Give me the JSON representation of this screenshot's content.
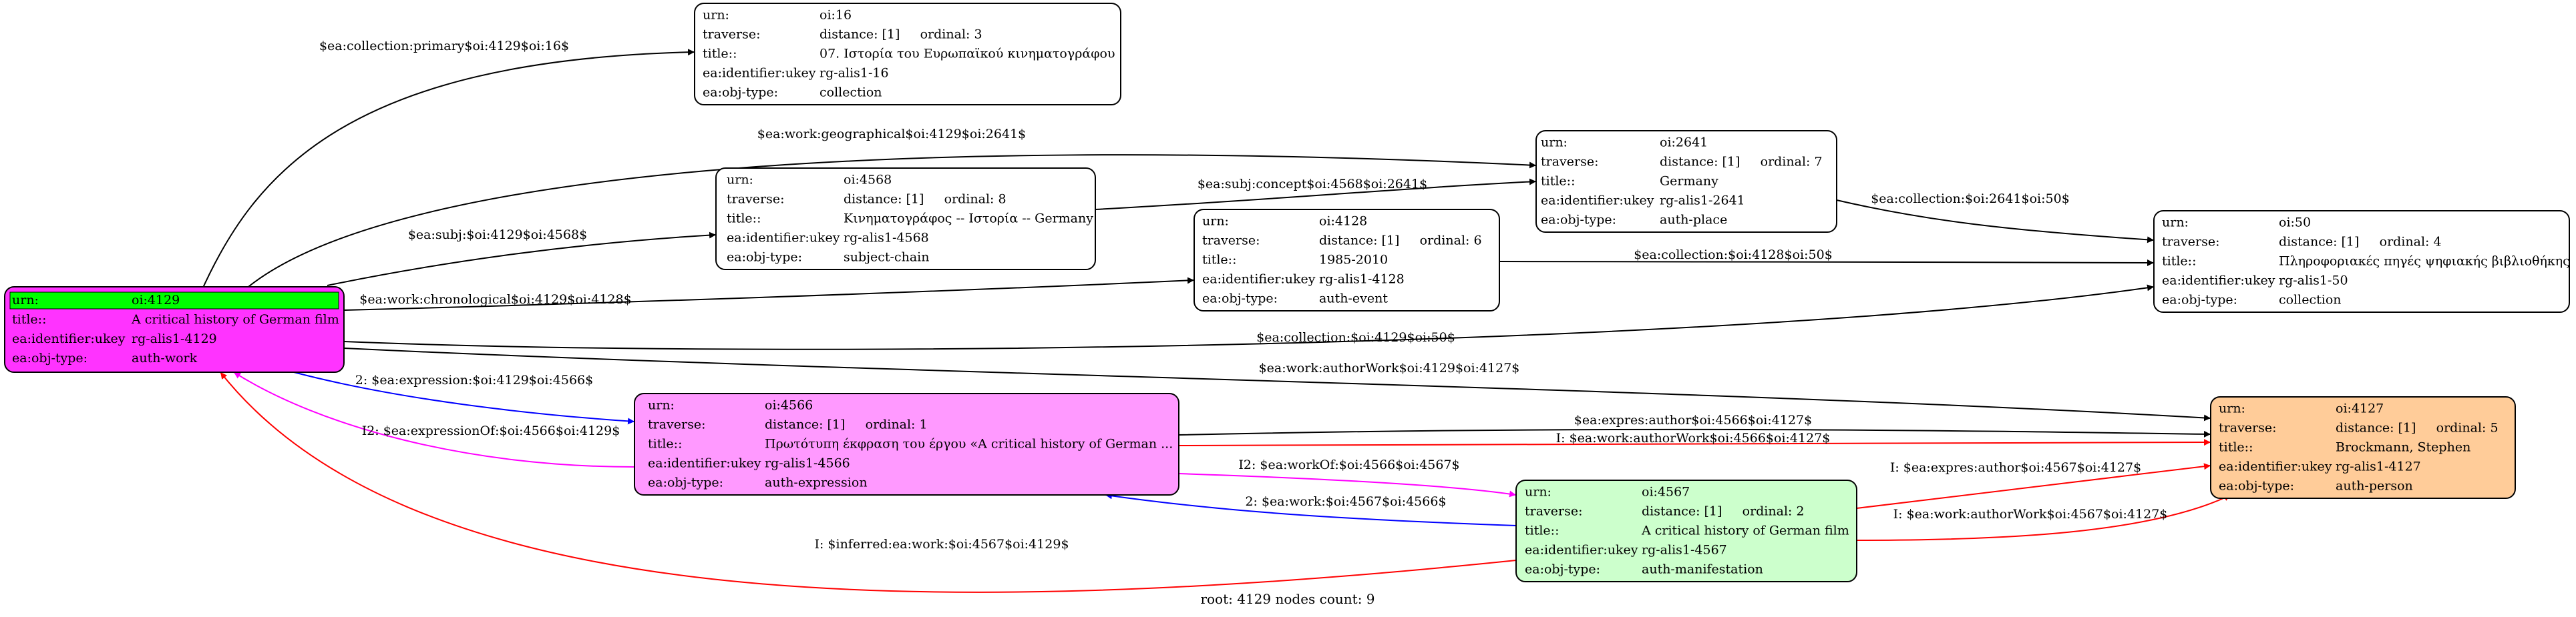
{
  "footer": "root: 4129 nodes count: 9",
  "colors": {
    "black": "#000000",
    "blue": "#0000ff",
    "magenta": "#ff00ff",
    "red": "#ff0000",
    "root_fill": "#ff33ff",
    "root_highlight": "#00ff00",
    "expression_fill": "#ff99ff",
    "manifestation_fill": "#ccffcc",
    "person_fill": "#ffcc99",
    "default_fill": "#ffffff"
  },
  "nodes": [
    {
      "id": "oi4129",
      "role": "root",
      "fill": "#ff33ff",
      "rows": [
        {
          "k": "urn:",
          "v": "oi:4129"
        },
        {
          "k": "title::",
          "v": "A critical history of German film"
        },
        {
          "k": "ea:identifier:ukey",
          "v": "rg-alis1-4129"
        },
        {
          "k": "ea:obj-type:",
          "v": "auth-work"
        }
      ]
    },
    {
      "id": "oi16",
      "fill": "#ffffff",
      "rows": [
        {
          "k": "urn:",
          "v": "oi:16"
        },
        {
          "k": "traverse:",
          "v": "distance: [1]     ordinal: 3"
        },
        {
          "k": "title::",
          "v": "07. Ιστορία του Ευρωπαϊκού κινηματογράφου"
        },
        {
          "k": "ea:identifier:ukey",
          "v": "rg-alis1-16"
        },
        {
          "k": "ea:obj-type:",
          "v": "collection"
        }
      ]
    },
    {
      "id": "oi4568",
      "fill": "#ffffff",
      "rows": [
        {
          "k": "urn:",
          "v": "oi:4568"
        },
        {
          "k": "traverse:",
          "v": "distance: [1]     ordinal: 8"
        },
        {
          "k": "title::",
          "v": "Κινηματογράφος -- Ιστορία -- Germany"
        },
        {
          "k": "ea:identifier:ukey",
          "v": "rg-alis1-4568"
        },
        {
          "k": "ea:obj-type:",
          "v": "subject-chain"
        }
      ]
    },
    {
      "id": "oi2641",
      "fill": "#ffffff",
      "rows": [
        {
          "k": "urn:",
          "v": "oi:2641"
        },
        {
          "k": "traverse:",
          "v": "distance: [1]     ordinal: 7"
        },
        {
          "k": "title::",
          "v": "Germany"
        },
        {
          "k": "ea:identifier:ukey",
          "v": "rg-alis1-2641"
        },
        {
          "k": "ea:obj-type:",
          "v": "auth-place"
        }
      ]
    },
    {
      "id": "oi4128",
      "fill": "#ffffff",
      "rows": [
        {
          "k": "urn:",
          "v": "oi:4128"
        },
        {
          "k": "traverse:",
          "v": "distance: [1]     ordinal: 6"
        },
        {
          "k": "title::",
          "v": "1985-2010"
        },
        {
          "k": "ea:identifier:ukey",
          "v": "rg-alis1-4128"
        },
        {
          "k": "ea:obj-type:",
          "v": "auth-event"
        }
      ]
    },
    {
      "id": "oi50",
      "fill": "#ffffff",
      "rows": [
        {
          "k": "urn:",
          "v": "oi:50"
        },
        {
          "k": "traverse:",
          "v": "distance: [1]     ordinal: 4"
        },
        {
          "k": "title::",
          "v": "Πληροφοριακές πηγές ψηφιακής βιβλιοθήκης"
        },
        {
          "k": "ea:identifier:ukey",
          "v": "rg-alis1-50"
        },
        {
          "k": "ea:obj-type:",
          "v": "collection"
        }
      ]
    },
    {
      "id": "oi4566",
      "fill": "#ff99ff",
      "rows": [
        {
          "k": "urn:",
          "v": "oi:4566"
        },
        {
          "k": "traverse:",
          "v": "distance: [1]     ordinal: 1"
        },
        {
          "k": "title::",
          "v": "Πρωτότυπη έκφραση του έργου «A critical history of German ..."
        },
        {
          "k": "ea:identifier:ukey",
          "v": "rg-alis1-4566"
        },
        {
          "k": "ea:obj-type:",
          "v": "auth-expression"
        }
      ]
    },
    {
      "id": "oi4567",
      "fill": "#ccffcc",
      "rows": [
        {
          "k": "urn:",
          "v": "oi:4567"
        },
        {
          "k": "traverse:",
          "v": "distance: [1]     ordinal: 2"
        },
        {
          "k": "title::",
          "v": "A critical history of German film"
        },
        {
          "k": "ea:identifier:ukey",
          "v": "rg-alis1-4567"
        },
        {
          "k": "ea:obj-type:",
          "v": "auth-manifestation"
        }
      ]
    },
    {
      "id": "oi4127",
      "fill": "#ffcc99",
      "rows": [
        {
          "k": "urn:",
          "v": "oi:4127"
        },
        {
          "k": "traverse:",
          "v": "distance: [1]     ordinal: 5"
        },
        {
          "k": "title::",
          "v": "Brockmann, Stephen"
        },
        {
          "k": "ea:identifier:ukey",
          "v": "rg-alis1-4127"
        },
        {
          "k": "ea:obj-type:",
          "v": "auth-person"
        }
      ]
    }
  ],
  "edges": [
    {
      "id": "e1",
      "from": "oi4129",
      "to": "oi16",
      "label": "$ea:collection:primary$oi:4129$oi:16$",
      "color": "#000000"
    },
    {
      "id": "e2",
      "from": "oi4129",
      "to": "oi2641",
      "label": "$ea:work:geographical$oi:4129$oi:2641$",
      "color": "#000000"
    },
    {
      "id": "e3",
      "from": "oi4568",
      "to": "oi2641",
      "label": "$ea:subj:concept$oi:4568$oi:2641$",
      "color": "#000000"
    },
    {
      "id": "e4",
      "from": "oi4129",
      "to": "oi4568",
      "label": "$ea:subj:$oi:4129$oi:4568$",
      "color": "#000000"
    },
    {
      "id": "e5",
      "from": "oi2641",
      "to": "oi50",
      "label": "$ea:collection:$oi:2641$oi:50$",
      "color": "#000000"
    },
    {
      "id": "e6",
      "from": "oi4128",
      "to": "oi50",
      "label": "$ea:collection:$oi:4128$oi:50$",
      "color": "#000000"
    },
    {
      "id": "e7",
      "from": "oi4129",
      "to": "oi4128",
      "label": "$ea:work:chronological$oi:4129$oi:4128$",
      "color": "#000000"
    },
    {
      "id": "e8",
      "from": "oi4129",
      "to": "oi50",
      "label": "$ea:collection:$oi:4129$oi:50$",
      "color": "#000000"
    },
    {
      "id": "e9",
      "from": "oi4129",
      "to": "oi4127",
      "label": "$ea:work:authorWork$oi:4129$oi:4127$",
      "color": "#000000"
    },
    {
      "id": "e10",
      "from": "oi4129",
      "to": "oi4566",
      "label": "2: $ea:expression:$oi:4129$oi:4566$",
      "color": "#0000ff"
    },
    {
      "id": "e11",
      "from": "oi4566",
      "to": "oi4129",
      "label": "I2: $ea:expressionOf:$oi:4566$oi:4129$",
      "color": "#ff00ff"
    },
    {
      "id": "e12",
      "from": "oi4566",
      "to": "oi4127",
      "label": "$ea:expres:author$oi:4566$oi:4127$",
      "color": "#000000"
    },
    {
      "id": "e13",
      "from": "oi4566",
      "to": "oi4127",
      "label": "I: $ea:work:authorWork$oi:4566$oi:4127$",
      "color": "#ff0000"
    },
    {
      "id": "e14",
      "from": "oi4566",
      "to": "oi4567",
      "label": "I2: $ea:workOf:$oi:4566$oi:4567$",
      "color": "#ff00ff"
    },
    {
      "id": "e15",
      "from": "oi4567",
      "to": "oi4566",
      "label": "2: $ea:work:$oi:4567$oi:4566$",
      "color": "#0000ff"
    },
    {
      "id": "e16",
      "from": "oi4567",
      "to": "oi4127",
      "label": "I: $ea:expres:author$oi:4567$oi:4127$",
      "color": "#ff0000"
    },
    {
      "id": "e17",
      "from": "oi4567",
      "to": "oi4127",
      "label": "I: $ea:work:authorWork$oi:4567$oi:4127$",
      "color": "#ff0000"
    },
    {
      "id": "e18",
      "from": "oi4567",
      "to": "oi4129",
      "label": "I: $inferred:ea:work:$oi:4567$oi:4129$",
      "color": "#ff0000"
    }
  ]
}
